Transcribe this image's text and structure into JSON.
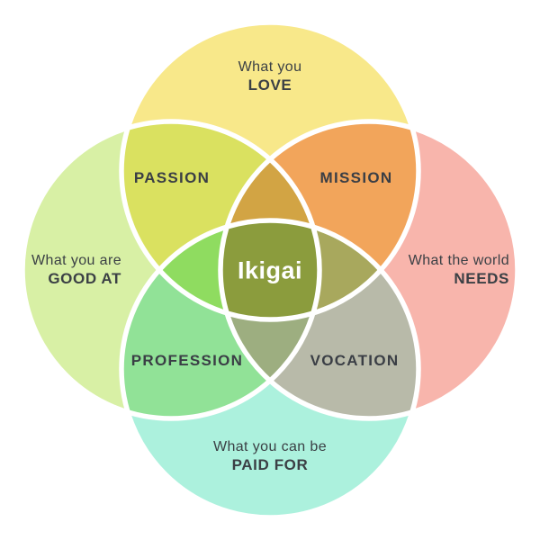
{
  "diagram": {
    "title": "Ikigai",
    "type": "four-circle venn",
    "circles": {
      "love": {
        "line1": "What you",
        "line2": "LOVE"
      },
      "good_at": {
        "line1": "What you are",
        "line2": "GOOD AT"
      },
      "needs": {
        "line1": "What the world",
        "line2": "NEEDS"
      },
      "paid_for": {
        "line1": "What you can be",
        "line2": "PAID FOR"
      }
    },
    "overlaps": {
      "passion": "PASSION",
      "mission": "MISSION",
      "profession": "PROFESSION",
      "vocation": "VOCATION",
      "center": "Ikigai"
    }
  },
  "colors": {
    "love": "#F8E88A",
    "needs": "#F8B5AC",
    "paid_for": "#ACF1DD",
    "good_at": "#D8F0A5",
    "passion": "#DAE160",
    "mission": "#F2A55B",
    "profession": "#91E297",
    "vocation": "#B8BAA9",
    "love_good_needs": "#D2A444",
    "love_good_paid": "#8FDC60",
    "love_needs_paid": "#A8A85D",
    "good_needs_paid": "#9DAE80",
    "ikigai_center": "#8B9C3D",
    "label_text": "#3B4045",
    "ikigai_text": "#FFFFFF",
    "divider": "#FFFFFF",
    "background": "#FFFFFF"
  }
}
